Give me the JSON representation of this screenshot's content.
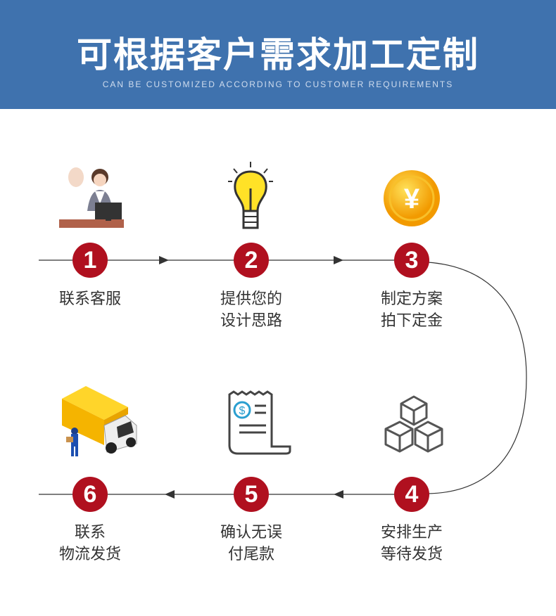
{
  "header": {
    "title": "可根据客户需求加工定制",
    "subtitle": "CAN BE CUSTOMIZED ACCORDING TO CUSTOMER REQUIREMENTS"
  },
  "colors": {
    "header_bg": "#3f72ae",
    "step_circle": "#b0101f"
  },
  "steps": [
    {
      "number": "1",
      "line1": "联系客服",
      "line2": "",
      "icon": "customer-service-icon"
    },
    {
      "number": "2",
      "line1": "提供您的",
      "line2": "设计思路",
      "icon": "lightbulb-icon"
    },
    {
      "number": "3",
      "line1": "制定方案",
      "line2": "拍下定金",
      "icon": "yuan-coin-icon"
    },
    {
      "number": "4",
      "line1": "安排生产",
      "line2": "等待发货",
      "icon": "boxes-icon"
    },
    {
      "number": "5",
      "line1": "确认无误",
      "line2": "付尾款",
      "icon": "receipt-icon"
    },
    {
      "number": "6",
      "line1": "联系",
      "line2": "物流发货",
      "icon": "delivery-truck-icon"
    }
  ]
}
